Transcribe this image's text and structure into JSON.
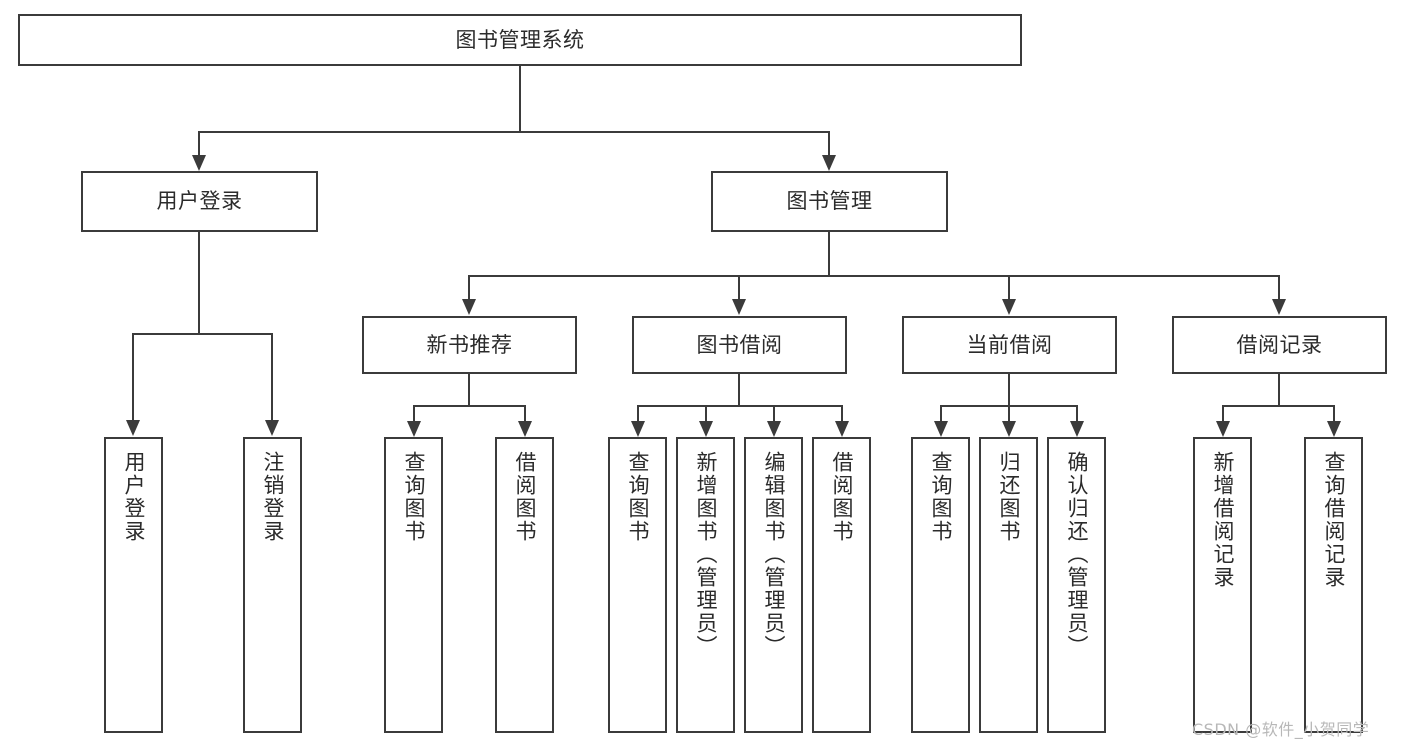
{
  "diagram": {
    "title": "图书管理系统",
    "watermark": "CSDN @软件_小贺同学",
    "accent_color": "#3b3b3b",
    "background_color": "#ffffff",
    "text_color": "#2b2b2b"
  },
  "nodes": {
    "root": {
      "label": "图书管理系统",
      "level": 1
    },
    "user_login": {
      "label": "用户登录",
      "level": 2
    },
    "book_manage": {
      "label": "图书管理",
      "level": 2
    },
    "new_book_rec": {
      "label": "新书推荐",
      "level": 3
    },
    "book_borrow": {
      "label": "图书借阅",
      "level": 3
    },
    "current_borrow": {
      "label": "当前借阅",
      "level": 3
    },
    "borrow_record": {
      "label": "借阅记录",
      "level": 3
    },
    "leaf_user_login": {
      "label": "用户登录",
      "level": 4
    },
    "leaf_user_logout": {
      "label": "注销登录",
      "level": 4
    },
    "leaf_query_book_1": {
      "label": "查询图书",
      "level": 4
    },
    "leaf_borrow_book_1": {
      "label": "借阅图书",
      "level": 4
    },
    "leaf_query_book_2": {
      "label": "查询图书",
      "level": 4
    },
    "leaf_add_book": {
      "label": "新增图书（管理员）",
      "level": 4
    },
    "leaf_edit_book": {
      "label": "编辑图书（管理员）",
      "level": 4
    },
    "leaf_borrow_book_2": {
      "label": "借阅图书",
      "level": 4
    },
    "leaf_query_book_3": {
      "label": "查询图书",
      "level": 4
    },
    "leaf_return_book": {
      "label": "归还图书",
      "level": 4
    },
    "leaf_confirm_return": {
      "label": "确认归还（管理员）",
      "level": 4
    },
    "leaf_add_record": {
      "label": "新增借阅记录",
      "level": 4
    },
    "leaf_query_record": {
      "label": "查询借阅记录",
      "level": 4
    }
  },
  "hierarchy": {
    "图书管理系统": [
      "用户登录",
      "图书管理"
    ],
    "用户登录": [
      "用户登录",
      "注销登录"
    ],
    "图书管理": [
      "新书推荐",
      "图书借阅",
      "当前借阅",
      "借阅记录"
    ],
    "新书推荐": [
      "查询图书",
      "借阅图书"
    ],
    "图书借阅": [
      "查询图书",
      "新增图书（管理员）",
      "编辑图书（管理员）",
      "借阅图书"
    ],
    "当前借阅": [
      "查询图书",
      "归还图书",
      "确认归还（管理员）"
    ],
    "借阅记录": [
      "新增借阅记录",
      "查询借阅记录"
    ]
  }
}
